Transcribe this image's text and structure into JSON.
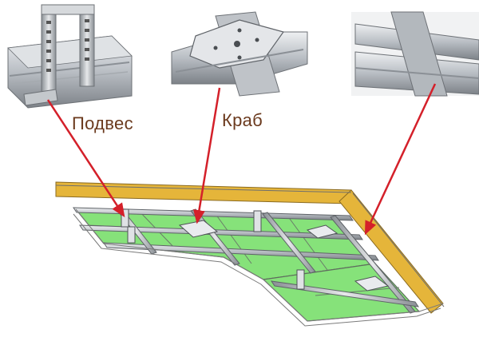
{
  "labels": {
    "hanger": "Подвес",
    "crab": "Краб"
  },
  "colors": {
    "arrow": "#d4202a",
    "label_text": "#6b3a1e",
    "drywall_board": "#86e27a",
    "insulation_edge": "#e5b53a",
    "metal_profile": "#c9cdd2",
    "metal_dark": "#7d8288"
  },
  "icons": {
    "hanger_photo": "ceiling-hanger-with-profile",
    "crab_photo": "crab-cross-connector",
    "profile_photo": "ceiling-profile-closeup"
  }
}
